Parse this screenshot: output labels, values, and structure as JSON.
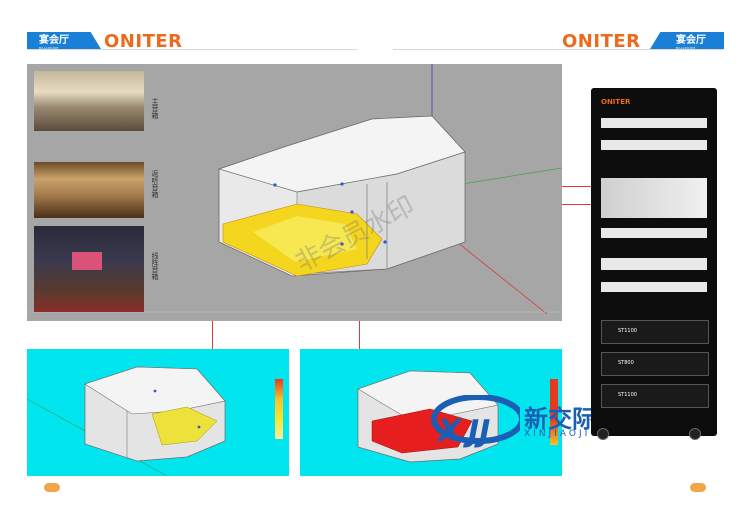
{
  "header": {
    "brand_left": "ONITER",
    "brand_right": "ONITER",
    "section_tag_left": "宴会厅",
    "section_tag_left_sub": "BALLROOM",
    "section_tag_right": "宴会厅",
    "section_tag_right_sub": "BALLROOM"
  },
  "photos": [
    {
      "label": "主音箱"
    },
    {
      "label": "返听音箱"
    },
    {
      "label": "线阵音箱"
    }
  ],
  "watermark": "非会员水印",
  "logo": {
    "cn": "新交际",
    "en": "XINJIAOJI"
  },
  "rack": {
    "brand": "ONITER",
    "amp_labels": [
      "ST1100",
      "ST800",
      "ST1100"
    ]
  },
  "colors": {
    "brand_orange": "#ec6a1e",
    "tag_blue": "#1a7fd6",
    "sim_cyan": "#00e5ee",
    "heat_red": "#e61e1e",
    "heat_yellow": "#f5e62e"
  }
}
